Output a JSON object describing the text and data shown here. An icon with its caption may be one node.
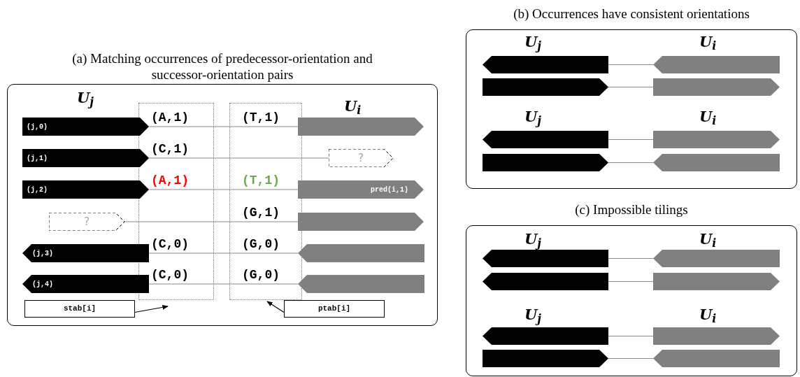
{
  "diagram": {
    "nodes": [
      {
        "text": [
          "(a) Matching occurrences of predecessor-orientation and successor-orientation pairs"
        ]
      },
      {
        "text": [
          "(j,0)"
        ],
        "in": 0
      },
      {
        "text": [
          "(j,1)"
        ],
        "in": 0
      },
      {
        "text": [
          "(j,2)"
        ],
        "in": 0
      },
      {
        "text": [
          "?"
        ],
        "in": 0
      },
      {
        "text": [
          "(j,3)"
        ],
        "in": 0
      },
      {
        "text": [
          "(j,4)"
        ],
        "in": 0
      },
      {
        "text": [],
        "shape": "bar",
        "in": 0
      },
      {
        "text": [
          "?"
        ],
        "in": 0
      },
      {
        "text": [
          "pred(i,1)"
        ],
        "in": 0
      },
      {
        "text": [],
        "shape": "bar",
        "in": 0
      },
      {
        "text": [],
        "shape": "bar",
        "in": 0
      },
      {
        "text": [],
        "shape": "bar",
        "in": 0
      },
      {
        "text": [
          "stab[i]"
        ],
        "in": 0
      },
      {
        "text": [
          "ptab[i]"
        ],
        "in": 0
      },
      {
        "text": [
          "(b) Occurrences have consistent orientations"
        ]
      },
      {
        "text": [],
        "shape": "bar",
        "in": 15
      },
      {
        "text": [],
        "shape": "bar",
        "in": 15
      },
      {
        "text": [],
        "shape": "bar",
        "in": 15
      },
      {
        "text": [],
        "shape": "bar",
        "in": 15
      },
      {
        "text": [],
        "shape": "bar",
        "in": 15
      },
      {
        "text": [],
        "shape": "bar",
        "in": 15
      },
      {
        "text": [],
        "shape": "bar",
        "in": 15
      },
      {
        "text": [],
        "shape": "bar",
        "in": 15
      },
      {
        "text": [
          "(c) Impossible tilings"
        ]
      },
      {
        "text": [],
        "shape": "bar",
        "in": 24
      },
      {
        "text": [],
        "shape": "bar",
        "in": 24
      },
      {
        "text": [],
        "shape": "bar",
        "in": 24
      },
      {
        "text": [],
        "shape": "bar",
        "in": 24
      },
      {
        "text": [],
        "shape": "bar",
        "in": 24
      },
      {
        "text": [],
        "shape": "bar",
        "in": 24
      },
      {
        "text": [],
        "shape": "bar",
        "in": 24
      },
      {
        "text": [],
        "shape": "bar",
        "in": 24
      }
    ],
    "edges": [
      {
        "from": 1,
        "to": 7,
        "arrow": "none"
      },
      {
        "from": 2,
        "to": 8,
        "arrow": "none"
      },
      {
        "from": 3,
        "to": 9,
        "arrow": "none"
      },
      {
        "from": 4,
        "to": 10,
        "arrow": "none"
      },
      {
        "from": 5,
        "to": 11,
        "arrow": "none"
      },
      {
        "from": 6,
        "to": 12,
        "arrow": "none"
      },
      {
        "from": 13,
        "to": null,
        "arrow": "to",
        "color": "#000000"
      },
      {
        "from": 14,
        "to": null,
        "arrow": "to",
        "color": "#000000"
      },
      {
        "from": 16,
        "to": 20,
        "arrow": "none"
      },
      {
        "from": 17,
        "to": 21,
        "arrow": "none"
      },
      {
        "from": 18,
        "to": 22,
        "arrow": "none"
      },
      {
        "from": 19,
        "to": 23,
        "arrow": "none"
      },
      {
        "from": 25,
        "to": 29,
        "arrow": "none"
      },
      {
        "from": 26,
        "to": 30,
        "arrow": "none"
      },
      {
        "from": 27,
        "to": 31,
        "arrow": "none"
      },
      {
        "from": 28,
        "to": 32,
        "arrow": "none"
      }
    ],
    "labels": [
      "U$_{j}$",
      "U$_{i}$",
      "(A,1)",
      "(T,1)",
      "(C,1)",
      "(A,1)",
      "(T,1)",
      "(G,1)",
      "(C,0)",
      "(G,0)",
      "(C,0)",
      "(G,0)",
      "U$_{j}$",
      "U$_{i}$",
      "U$_{j}$",
      "U$_{i}$",
      "U$_{j}$",
      "U$_{i}$",
      "U$_{j}$",
      "U$_{i}$"
    ]
  }
}
